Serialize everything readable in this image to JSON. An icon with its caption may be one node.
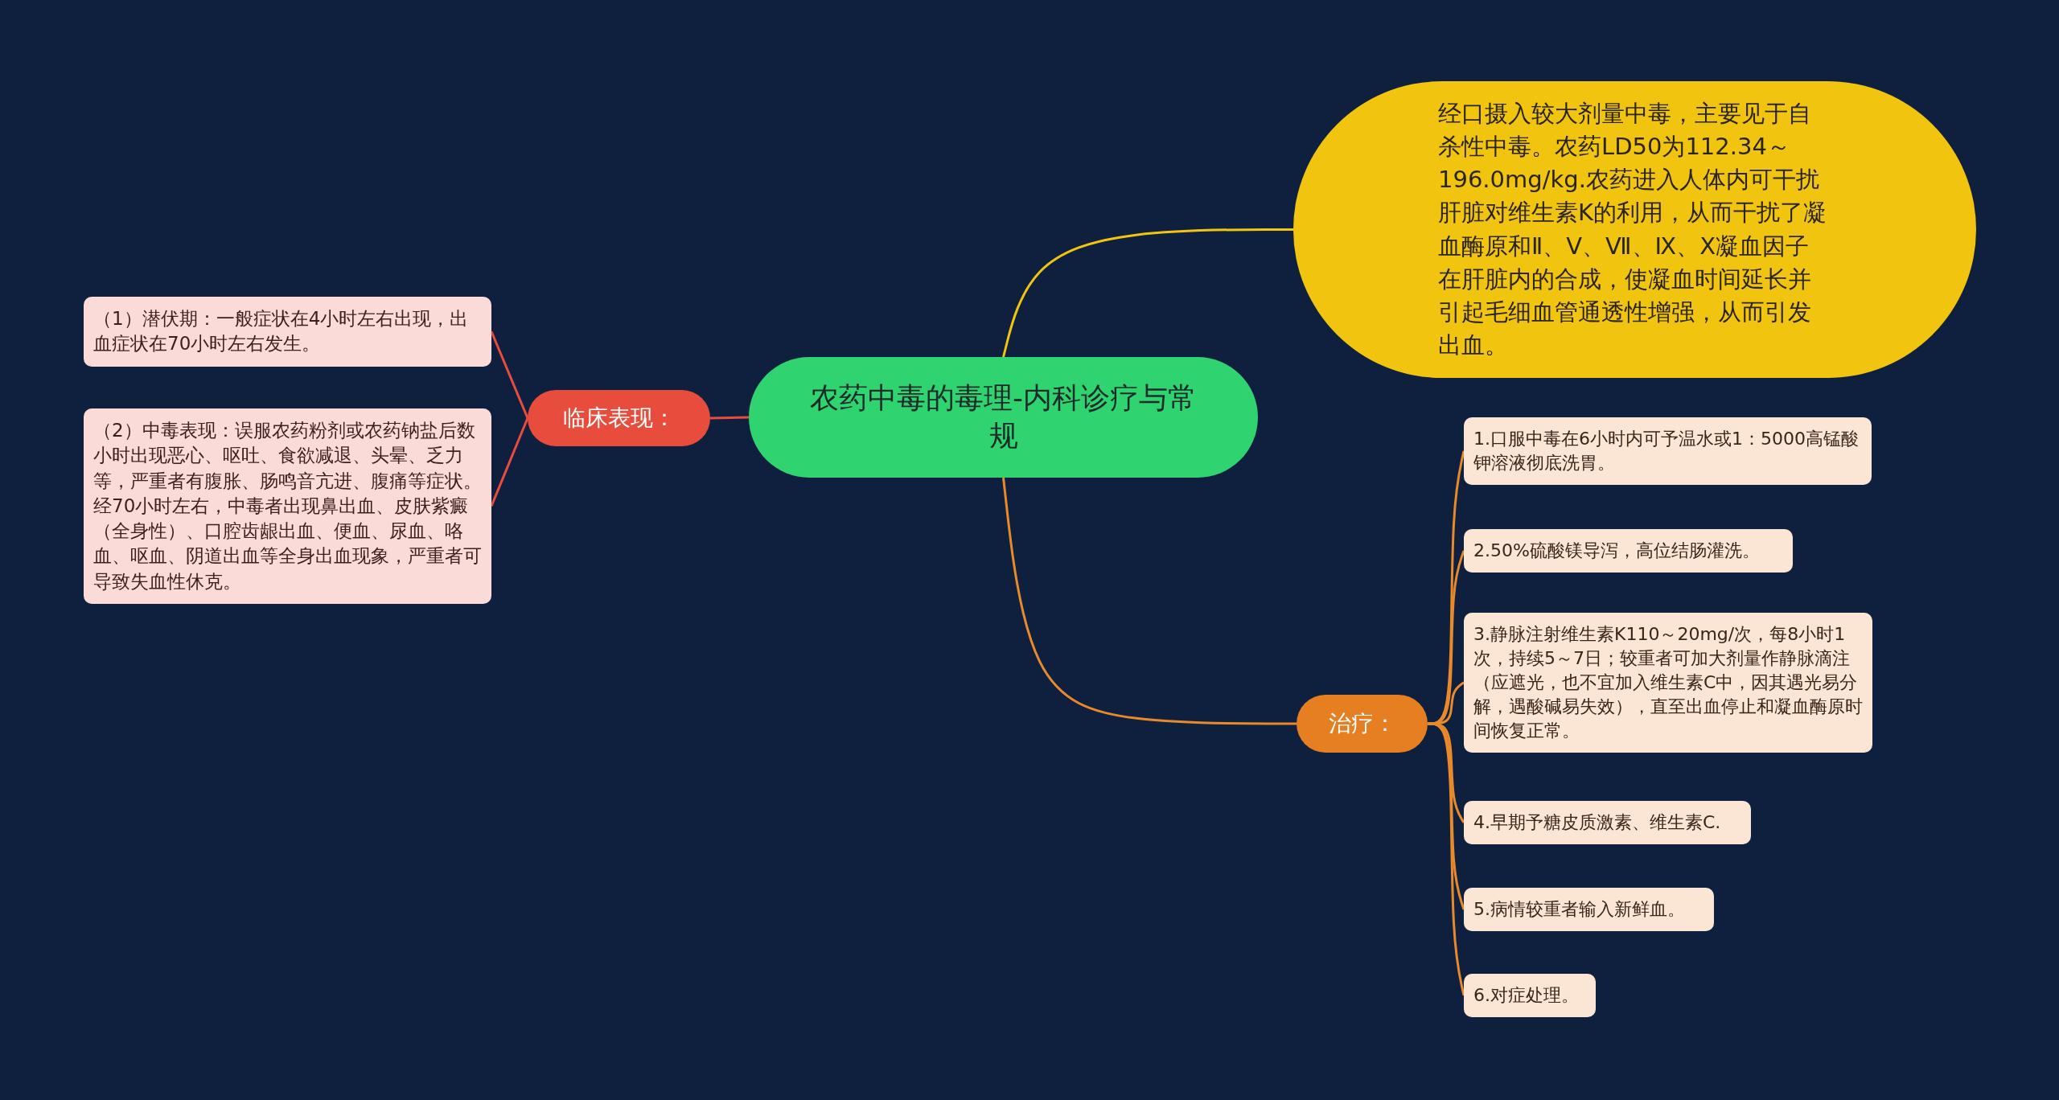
{
  "diagram": {
    "nodes": [
      {
        "text": [
          "农药中毒的毒理-内科诊疗与常规"
        ]
      },
      {
        "text": [
          "临床表现："
        ]
      },
      {
        "text": [
          "（1）潜伏期：一般症状在4小时左右出现，出血症状在70小时左右发生。"
        ]
      },
      {
        "text": [
          "（2）中毒表现：误服农药粉剂或农药钠盐后数小时出现恶心、呕吐、食欲减退、头晕、乏力等，严重者有腹胀、肠鸣音亢进、腹痛等症状。经70小时左右，中毒者出现鼻出血、皮肤紫癜（全身性）、口腔齿龈出血、便血、尿血、咯血、呕血、阴道出血等全身出血现象，严重者可导致失血性休克。"
        ]
      },
      {
        "text": [
          "经口摄入较大剂量中毒，主要见于自杀性中毒。农药LD50为112.34～196.0mg/kg.农药进入人体内可干扰肝脏对维生素K的利用，从而干扰了凝血酶原和Ⅱ、Ⅴ、Ⅶ、Ⅸ、Ⅹ凝血因子在肝脏内的合成，使凝血时间延长并引起毛细血管通透性增强，从而引发出血。"
        ]
      },
      {
        "text": [
          "治疗："
        ]
      },
      {
        "text": [
          "1.口服中毒在6小时内可予温水或1：5000高锰酸钾溶液彻底洗胃。"
        ]
      },
      {
        "text": [
          "2.50%硫酸镁导泻，高位结肠灌洗。"
        ]
      },
      {
        "text": [
          "3.静脉注射维生素K110～20mg/次，每8小时1次，持续5～7日；较重者可加大剂量作静脉滴注（应遮光，也不宜加入维生素C中，因其遇光易分解，遇酸碱易失效），直至出血停止和凝血酶原时间恢复正常。"
        ]
      },
      {
        "text": [
          "4.早期予糖皮质激素、维生素C."
        ]
      },
      {
        "text": [
          "5.病情较重者输入新鲜血。"
        ]
      },
      {
        "text": [
          "6.对症处理。"
        ]
      }
    ],
    "edges": [
      {
        "from": 0,
        "to": 1,
        "arrow": "none",
        "color": "#e74c3c"
      },
      {
        "from": 1,
        "to": 2,
        "arrow": "none",
        "color": "#e74c3c"
      },
      {
        "from": 1,
        "to": 3,
        "arrow": "none",
        "color": "#e74c3c"
      },
      {
        "from": 0,
        "to": 4,
        "arrow": "none",
        "color": "#f1c40f"
      },
      {
        "from": 0,
        "to": 5,
        "arrow": "none"
      },
      {
        "from": 5,
        "to": 6,
        "arrow": "none"
      },
      {
        "from": 5,
        "to": 7,
        "arrow": "none"
      },
      {
        "from": 5,
        "to": 8,
        "arrow": "none"
      },
      {
        "from": 5,
        "to": 9,
        "arrow": "none"
      },
      {
        "from": 5,
        "to": 10,
        "arrow": "none"
      },
      {
        "from": 5,
        "to": 11,
        "arrow": "none"
      }
    ]
  }
}
